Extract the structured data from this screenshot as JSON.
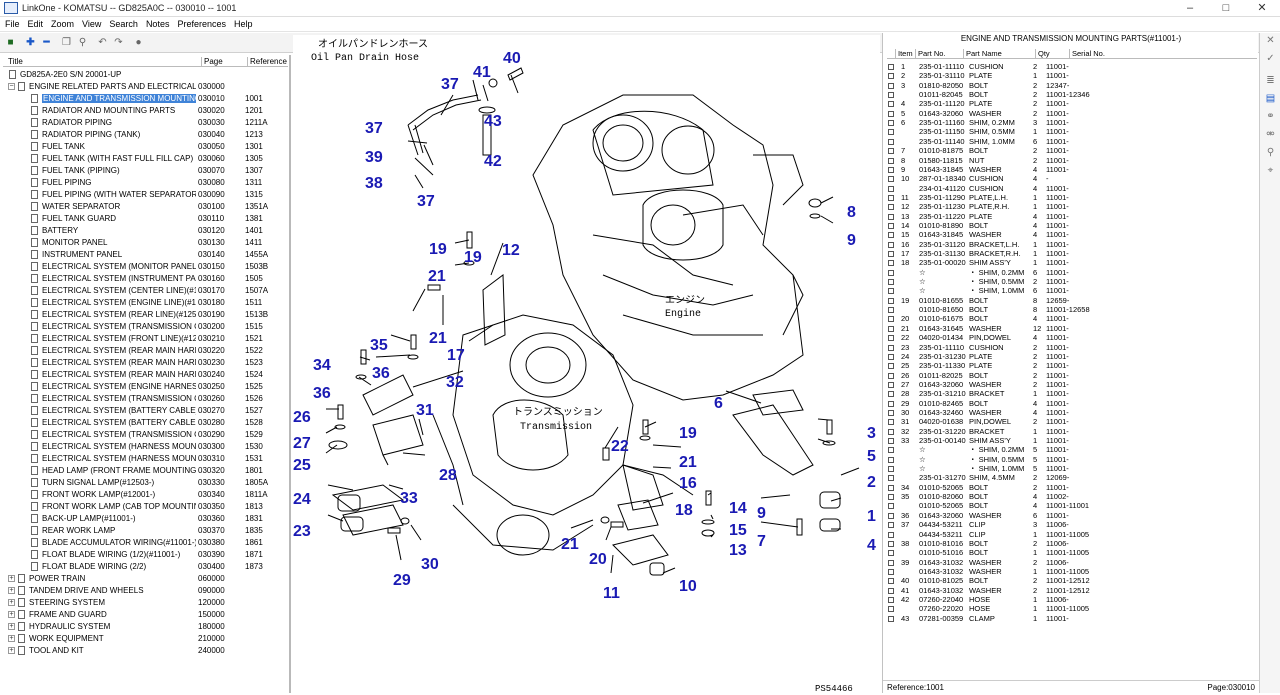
{
  "window": {
    "title": "LinkOne - KOMATSU -- GD825A0C -- 030010 -- 1001"
  },
  "menu": [
    "File",
    "Edit",
    "Zoom",
    "View",
    "Search",
    "Notes",
    "Preferences",
    "Help"
  ],
  "left": {
    "headers": {
      "title": "Title",
      "page": "Page",
      "ref": "Reference"
    },
    "root": "GD825A-2E0 S/N 20001-UP",
    "group": {
      "title": "ENGINE RELATED PARTS AND ELECTRICAL SY...",
      "page": "030000"
    },
    "items": [
      {
        "t": "ENGINE AND TRANSMISSION MOUNTING...",
        "p": "030010",
        "r": "1001"
      },
      {
        "t": "RADIATOR AND MOUNTING PARTS",
        "p": "030020",
        "r": "1201"
      },
      {
        "t": "RADIATOR PIPING",
        "p": "030030",
        "r": "1211A"
      },
      {
        "t": "RADIATOR PIPING (TANK)",
        "p": "030040",
        "r": "1213"
      },
      {
        "t": "FUEL TANK",
        "p": "030050",
        "r": "1301"
      },
      {
        "t": "FUEL TANK (WITH FAST FULL FILL CAP)",
        "p": "030060",
        "r": "1305"
      },
      {
        "t": "FUEL TANK (PIPING)",
        "p": "030070",
        "r": "1307"
      },
      {
        "t": "FUEL PIPING",
        "p": "030080",
        "r": "1311"
      },
      {
        "t": "FUEL PIPING (WITH WATER SEPARATOR)",
        "p": "030090",
        "r": "1315"
      },
      {
        "t": "WATER SEPARATOR",
        "p": "030100",
        "r": "1351A"
      },
      {
        "t": "FUEL TANK GUARD",
        "p": "030110",
        "r": "1381"
      },
      {
        "t": "BATTERY",
        "p": "030120",
        "r": "1401"
      },
      {
        "t": "MONITOR PANEL",
        "p": "030130",
        "r": "1411"
      },
      {
        "t": "INSTRUMENT PANEL",
        "p": "030140",
        "r": "1455A"
      },
      {
        "t": "ELECTRICAL SYSTEM (MONITOR PANEL LI...",
        "p": "030150",
        "r": "1503B"
      },
      {
        "t": "ELECTRICAL SYSTEM (INSTRUMENT PANE...",
        "p": "030160",
        "r": "1505"
      },
      {
        "t": "ELECTRICAL SYSTEM (CENTER LINE)(#121...",
        "p": "030170",
        "r": "1507A"
      },
      {
        "t": "ELECTRICAL SYSTEM (ENGINE LINE)(#1100...",
        "p": "030180",
        "r": "1511"
      },
      {
        "t": "ELECTRICAL SYSTEM (REAR LINE)(#12503-...",
        "p": "030190",
        "r": "1513B"
      },
      {
        "t": "ELECTRICAL SYSTEM (TRANSMISSION CO...",
        "p": "030200",
        "r": "1515"
      },
      {
        "t": "ELECTRICAL SYSTEM (FRONT LINE)(#1250...",
        "p": "030210",
        "r": "1521"
      },
      {
        "t": "ELECTRICAL SYSTEM (REAR MAIN HARNE...",
        "p": "030220",
        "r": "1522"
      },
      {
        "t": "ELECTRICAL SYSTEM (REAR MAIN HARNE...",
        "p": "030230",
        "r": "1523"
      },
      {
        "t": "ELECTRICAL SYSTEM (REAR MAIN HARNE...",
        "p": "030240",
        "r": "1524"
      },
      {
        "t": "ELECTRICAL SYSTEM (ENGINE HARNESS) (...",
        "p": "030250",
        "r": "1525"
      },
      {
        "t": "ELECTRICAL SYSTEM (TRANSMISSION CO...",
        "p": "030260",
        "r": "1526"
      },
      {
        "t": "ELECTRICAL SYSTEM (BATTERY CABLE)",
        "p": "030270",
        "r": "1527"
      },
      {
        "t": "ELECTRICAL SYSTEM (BATTERY CABLE AN...",
        "p": "030280",
        "r": "1528"
      },
      {
        "t": "ELECTRICAL SYSTEM (TRANSMISSION CO...",
        "p": "030290",
        "r": "1529"
      },
      {
        "t": "ELECTRICAL SYSTEM (HARNESS MOUNT)",
        "p": "030300",
        "r": "1530"
      },
      {
        "t": "ELECTRICAL SYSTEM (HARNESS MOUNT) (...",
        "p": "030310",
        "r": "1531"
      },
      {
        "t": "HEAD LAMP (FRONT FRAME MOUNTING ...",
        "p": "030320",
        "r": "1801"
      },
      {
        "t": "TURN SIGNAL LAMP(#12503-)",
        "p": "030330",
        "r": "1805A"
      },
      {
        "t": "FRONT WORK LAMP(#12001-)",
        "p": "030340",
        "r": "1811A"
      },
      {
        "t": "FRONT WORK LAMP (CAB TOP MOUNTIN...",
        "p": "030350",
        "r": "1813"
      },
      {
        "t": "BACK-UP LAMP(#11001-)",
        "p": "030360",
        "r": "1831"
      },
      {
        "t": "REAR WORK LAMP",
        "p": "030370",
        "r": "1835"
      },
      {
        "t": "BLADE ACCUMULATOR WIRING(#11001-)",
        "p": "030380",
        "r": "1861"
      },
      {
        "t": "FLOAT BLADE WIRING (1/2)(#11001-)",
        "p": "030390",
        "r": "1871"
      },
      {
        "t": "FLOAT BLADE WIRING (2/2)",
        "p": "030400",
        "r": "1873"
      }
    ],
    "groups": [
      {
        "t": "POWER TRAIN",
        "p": "060000"
      },
      {
        "t": "TANDEM DRIVE AND WHEELS",
        "p": "090000"
      },
      {
        "t": "STEERING SYSTEM",
        "p": "120000"
      },
      {
        "t": "FRAME AND GUARD",
        "p": "150000"
      },
      {
        "t": "HYDRAULIC SYSTEM",
        "p": "180000"
      },
      {
        "t": "WORK EQUIPMENT",
        "p": "210000"
      },
      {
        "t": "TOOL AND KIT",
        "p": "240000"
      }
    ]
  },
  "diagram": {
    "jp_label_hose": "オイルパンドレンホース",
    "hose_label": "Oil Pan Drain Hose",
    "jp_engine": "エンジン",
    "engine": "Engine",
    "jp_trans": "トランスミッション",
    "trans": "Transmission",
    "code": "PS54466",
    "callouts": [
      "40",
      "41",
      "37",
      "43",
      "37",
      "42",
      "39",
      "38",
      "37",
      "8",
      "9",
      "19",
      "12",
      "21",
      "19",
      "21",
      "35",
      "17",
      "34",
      "36",
      "36",
      "32",
      "6",
      "26",
      "31",
      "3",
      "27",
      "22",
      "19",
      "5",
      "25",
      "28",
      "21",
      "2",
      "33",
      "16",
      "24",
      "18",
      "14",
      "9",
      "1",
      "23",
      "15",
      "7",
      "21",
      "13",
      "4",
      "20",
      "30",
      "29",
      "11",
      "10"
    ]
  },
  "right": {
    "heading": "ENGINE AND TRANSMISSION MOUNTING PARTS(#11001-)",
    "cols": [
      "Item",
      "Part No.",
      "Part Name",
      "Qty",
      "Serial No."
    ],
    "rows": [
      [
        "1",
        "235-01-11110",
        "CUSHION",
        "2",
        "11001-"
      ],
      [
        "2",
        "235-01-31110",
        "PLATE",
        "1",
        "11001-"
      ],
      [
        "3",
        "01810-82050",
        "BOLT",
        "2",
        "12347-"
      ],
      [
        "",
        "01011-82045",
        "BOLT",
        "2",
        "11001-12346"
      ],
      [
        "4",
        "235-01-11120",
        "PLATE",
        "2",
        "11001-"
      ],
      [
        "5",
        "01643-32060",
        "WASHER",
        "2",
        "11001-"
      ],
      [
        "6",
        "235-01-11160",
        "SHIM, 0.2MM",
        "3",
        "11001-"
      ],
      [
        "",
        "235-01-11150",
        "SHIM, 0.5MM",
        "1",
        "11001-"
      ],
      [
        "",
        "235-01-11140",
        "SHIM, 1.0MM",
        "6",
        "11001-"
      ],
      [
        "7",
        "01010-81875",
        "BOLT",
        "2",
        "11001-"
      ],
      [
        "8",
        "01580-11815",
        "NUT",
        "2",
        "11001-"
      ],
      [
        "9",
        "01643-31845",
        "WASHER",
        "4",
        "11001-"
      ],
      [
        "10",
        "287-01-18340",
        "CUSHION",
        "4",
        "-"
      ],
      [
        "",
        "234-01-41120",
        "CUSHION",
        "4",
        "11001-"
      ],
      [
        "11",
        "235-01-11290",
        "PLATE,L.H.",
        "1",
        "11001-"
      ],
      [
        "12",
        "235-01-11230",
        "PLATE,R.H.",
        "1",
        "11001-"
      ],
      [
        "13",
        "235-01-11220",
        "PLATE",
        "4",
        "11001-"
      ],
      [
        "14",
        "01010-81890",
        "BOLT",
        "4",
        "11001-"
      ],
      [
        "15",
        "01643-31845",
        "WASHER",
        "4",
        "11001-"
      ],
      [
        "16",
        "235-01-31120",
        "BRACKET,L.H.",
        "1",
        "11001-"
      ],
      [
        "17",
        "235-01-31130",
        "BRACKET,R.H.",
        "1",
        "11001-"
      ],
      [
        "18",
        "235-01-00020",
        "SHIM ASS'Y",
        "1",
        "11001-"
      ],
      [
        "",
        "☆",
        "・ SHIM, 0.2MM",
        "6",
        "11001-"
      ],
      [
        "",
        "☆",
        "・ SHIM, 0.5MM",
        "2",
        "11001-"
      ],
      [
        "",
        "☆",
        "・ SHIM, 1.0MM",
        "6",
        "11001-"
      ],
      [
        "19",
        "01010-81655",
        "BOLT",
        "8",
        "12659-"
      ],
      [
        "",
        "01010-81650",
        "BOLT",
        "8",
        "11001-12658"
      ],
      [
        "20",
        "01010-61675",
        "BOLT",
        "4",
        "11001-"
      ],
      [
        "21",
        "01643-31645",
        "WASHER",
        "12",
        "11001-"
      ],
      [
        "22",
        "04020-01434",
        "PIN,DOWEL",
        "4",
        "11001-"
      ],
      [
        "23",
        "235-01-11110",
        "CUSHION",
        "2",
        "11001-"
      ],
      [
        "24",
        "235-01-31230",
        "PLATE",
        "2",
        "11001-"
      ],
      [
        "25",
        "235-01-11330",
        "PLATE",
        "2",
        "11001-"
      ],
      [
        "26",
        "01011-82025",
        "BOLT",
        "2",
        "11001-"
      ],
      [
        "27",
        "01643-32060",
        "WASHER",
        "2",
        "11001-"
      ],
      [
        "28",
        "235-01-31210",
        "BRACKET",
        "1",
        "11001-"
      ],
      [
        "29",
        "01010-82465",
        "BOLT",
        "4",
        "11001-"
      ],
      [
        "30",
        "01643-32460",
        "WASHER",
        "4",
        "11001-"
      ],
      [
        "31",
        "04020-01638",
        "PIN,DOWEL",
        "2",
        "11001-"
      ],
      [
        "32",
        "235-01-31220",
        "BRACKET",
        "1",
        "11001-"
      ],
      [
        "33",
        "235-01-00140",
        "SHIM ASS'Y",
        "1",
        "11001-"
      ],
      [
        "",
        "☆",
        "・ SHIM, 0.2MM",
        "5",
        "11001-"
      ],
      [
        "",
        "☆",
        "・ SHIM, 0.5MM",
        "5",
        "11001-"
      ],
      [
        "",
        "☆",
        "・ SHIM, 1.0MM",
        "5",
        "11001-"
      ],
      [
        "",
        "235-01-31270",
        "SHIM, 4.5MM",
        "2",
        "12069-"
      ],
      [
        "34",
        "01010-52065",
        "BOLT",
        "2",
        "11001-"
      ],
      [
        "35",
        "01010-82060",
        "BOLT",
        "4",
        "11002-"
      ],
      [
        "",
        "01010-52065",
        "BOLT",
        "4",
        "11001-11001"
      ],
      [
        "36",
        "01643-32060",
        "WASHER",
        "6",
        "11001-"
      ],
      [
        "37",
        "04434-53211",
        "CLIP",
        "3",
        "11006-"
      ],
      [
        "",
        "04434-53211",
        "CLIP",
        "1",
        "11001-11005"
      ],
      [
        "38",
        "01010-81016",
        "BOLT",
        "2",
        "11006-"
      ],
      [
        "",
        "01010-51016",
        "BOLT",
        "1",
        "11001-11005"
      ],
      [
        "39",
        "01643-31032",
        "WASHER",
        "2",
        "11006-"
      ],
      [
        "",
        "01643-31032",
        "WASHER",
        "1",
        "11001-11005"
      ],
      [
        "40",
        "01010-81025",
        "BOLT",
        "2",
        "11001-12512"
      ],
      [
        "41",
        "01643-31032",
        "WASHER",
        "2",
        "11001-12512"
      ],
      [
        "42",
        "07260-22040",
        "HOSE",
        "1",
        "11006-"
      ],
      [
        "",
        "07260-22020",
        "HOSE",
        "1",
        "11001-11005"
      ],
      [
        "43",
        "07281-00359",
        "CLAMP",
        "1",
        "11001-"
      ]
    ],
    "footer_ref": "Reference:1001",
    "footer_page": "Page:030010"
  }
}
